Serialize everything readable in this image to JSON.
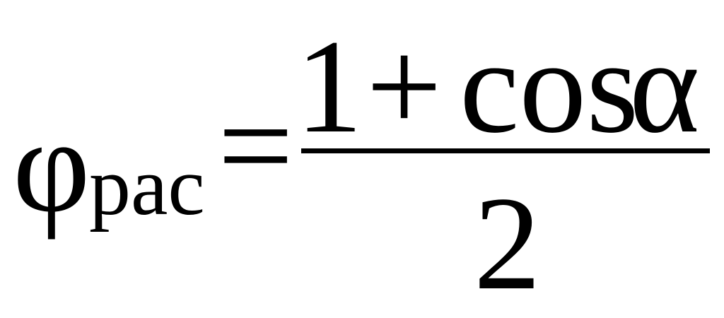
{
  "formula": {
    "lhs_symbol": "φ",
    "lhs_subscript": "рас",
    "equals": "=",
    "numerator": {
      "one": "1",
      "plus": "+",
      "cos": "cos",
      "alpha": "α"
    },
    "denominator": "2"
  },
  "colors": {
    "text": "#000000",
    "background": "#ffffff"
  }
}
